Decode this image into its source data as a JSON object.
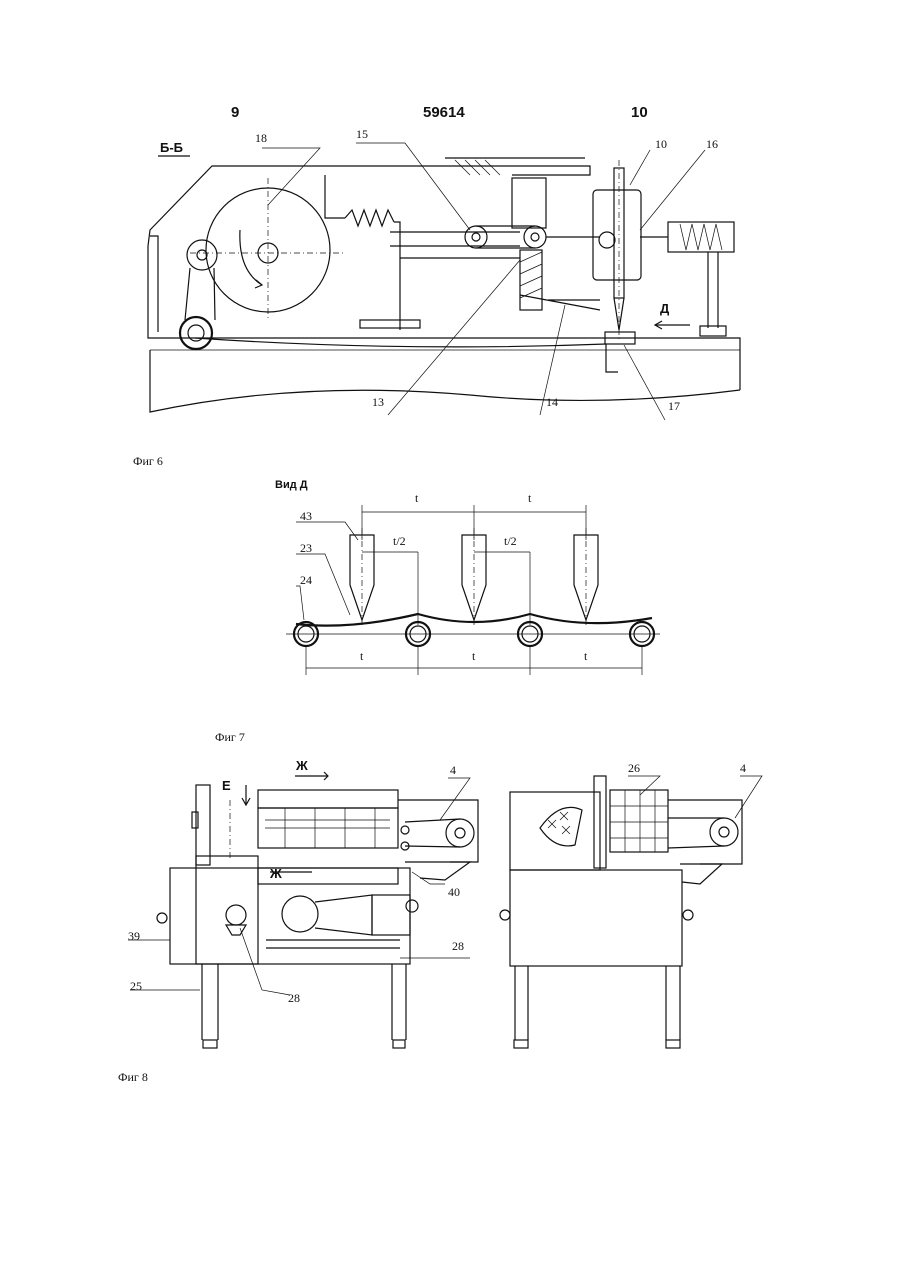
{
  "header": {
    "left_page": "9",
    "patent_number": "59614",
    "right_page": "10"
  },
  "fig6": {
    "section_label": "Б-Б",
    "caption": "Фиг 6",
    "callouts": [
      "18",
      "15",
      "10",
      "16",
      "Д",
      "13",
      "14",
      "17"
    ]
  },
  "fig7": {
    "view_label": "Вид Д",
    "caption": "Фиг 7",
    "callouts": [
      "43",
      "23",
      "24"
    ],
    "dimensions": {
      "top_pitch": "t",
      "half_pitch": "t/2",
      "bottom_pitch": "t"
    }
  },
  "fig8": {
    "caption": "Фиг 8",
    "view_marks": [
      "Е",
      "Ж",
      "Ж"
    ],
    "callouts": [
      "4",
      "40",
      "39",
      "28",
      "25",
      "28",
      "26",
      "4"
    ]
  }
}
